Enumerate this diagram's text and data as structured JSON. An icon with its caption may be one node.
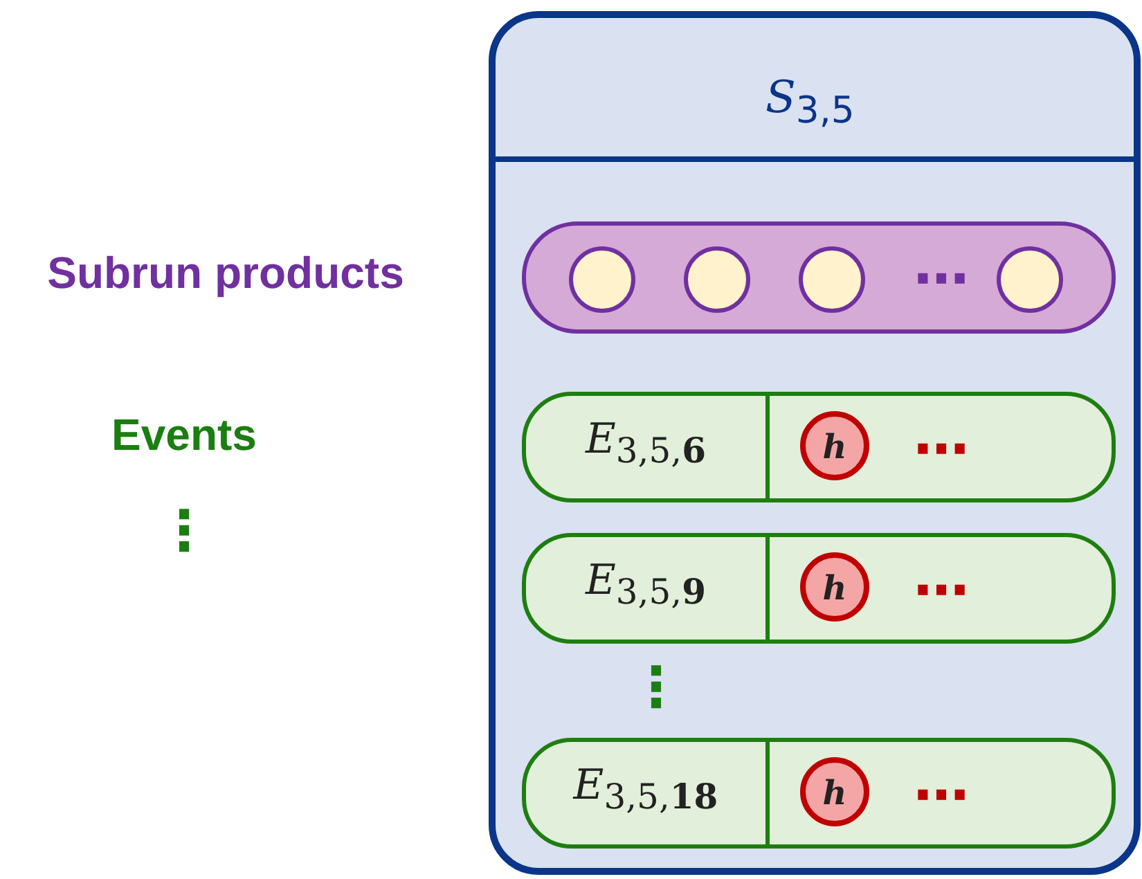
{
  "diagram": {
    "nodes": [
      {
        "text": [
          "*S*$_{3,5}$"
        ]
      },
      {
        "text": [],
        "shape": "box",
        "in": 0
      },
      {
        "text": [],
        "shape": "circle",
        "in": 1
      },
      {
        "text": [],
        "shape": "circle",
        "in": 1
      },
      {
        "text": [],
        "shape": "circle",
        "in": 1
      },
      {
        "text": [],
        "shape": "circle",
        "in": 1
      },
      {
        "text": [
          "*E*$_{3,5,}$**$_{6}$**"
        ],
        "in": 0
      },
      {
        "text": [
          "h"
        ],
        "in": 6
      },
      {
        "text": [
          "*E*$_{3,5,}$**$_{9}$**"
        ],
        "in": 0
      },
      {
        "text": [
          "h"
        ],
        "in": 8
      },
      {
        "text": [
          "*E*$_{3,5,}$**$_{18}$**"
        ],
        "in": 0
      },
      {
        "text": [
          "h"
        ],
        "in": 10
      }
    ],
    "labels": [
      "Subrun products",
      "⋯",
      "Events",
      "⋯",
      "⋮",
      "⋯",
      "⋮",
      "⋯"
    ]
  }
}
